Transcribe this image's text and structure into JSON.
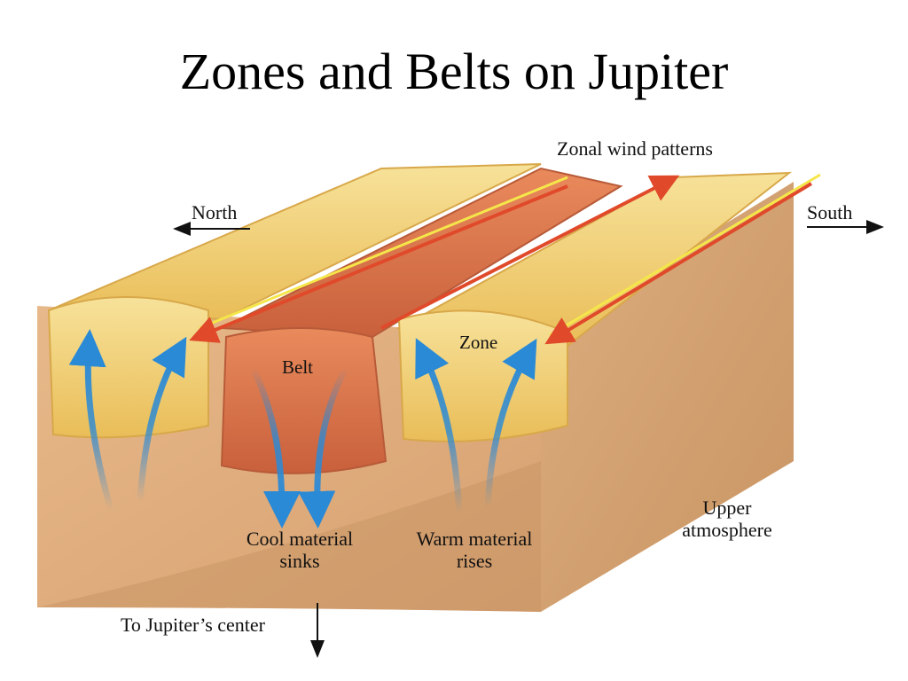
{
  "title": "Zones and Belts on Jupiter",
  "labels": {
    "zonal_wind": "Zonal wind patterns",
    "north": "North",
    "south": "South",
    "belt": "Belt",
    "zone": "Zone",
    "cool_line1": "Cool material",
    "cool_line2": "sinks",
    "warm_line1": "Warm material",
    "warm_line2": "rises",
    "upper_line1": "Upper",
    "upper_line2": "atmosphere",
    "center": "To Jupiter’s center"
  },
  "colors": {
    "zone": "#f2d27a",
    "belt": "#d9744a",
    "block": "#dcaa78",
    "wind_arrow": "#e04a2a",
    "wind_stripe": "#f5e64a",
    "flow_arrow": "#2a8ad6"
  }
}
